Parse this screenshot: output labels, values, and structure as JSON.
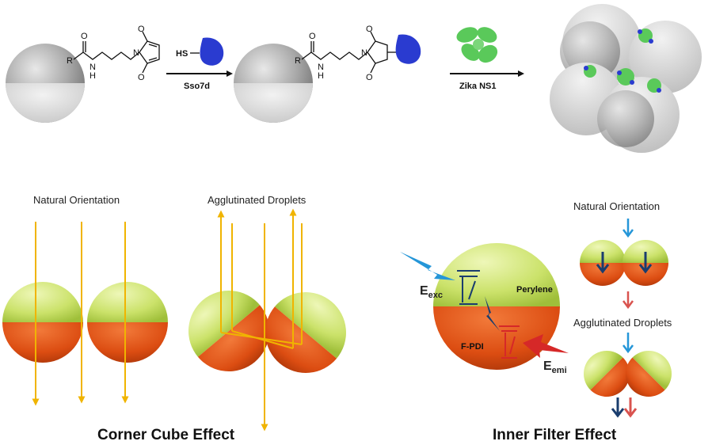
{
  "colors": {
    "yellow": "#f0b400",
    "green": "#cbe26a",
    "orange": "#e2571c",
    "blue_arrow": "#2596d8",
    "navy_arrow": "#1a3d6e",
    "red_arrow": "#d9534f",
    "protein_blue": "#2a3bd0",
    "protein_green": "#5ac95a"
  },
  "top_scheme": {
    "chem1": {
      "r": "R",
      "nh": "N",
      "h": "H",
      "n": "N",
      "o1": "O",
      "o2": "O",
      "o3": "O"
    },
    "reagent_sh": "HS",
    "reagent_label": "Sso7d",
    "chem2": {
      "r": "R",
      "nh": "N",
      "h": "H",
      "n": "N",
      "o1": "O",
      "o2": "O",
      "o3": "O"
    },
    "reagent2_label": "Zika NS1"
  },
  "corner_cube": {
    "natural_label": "Natural Orientation",
    "agglutinated_label": "Agglutinated Droplets",
    "title": "Corner Cube Effect"
  },
  "inner_filter": {
    "e_exc_main": "E",
    "e_exc_sub": "exc",
    "perylene": "Perylene",
    "fpdi": "F-PDI",
    "e_emi_main": "E",
    "e_emi_sub": "emi",
    "natural_label": "Natural Orientation",
    "agglutinated_label": "Agglutinated Droplets",
    "title": "Inner Filter Effect"
  }
}
